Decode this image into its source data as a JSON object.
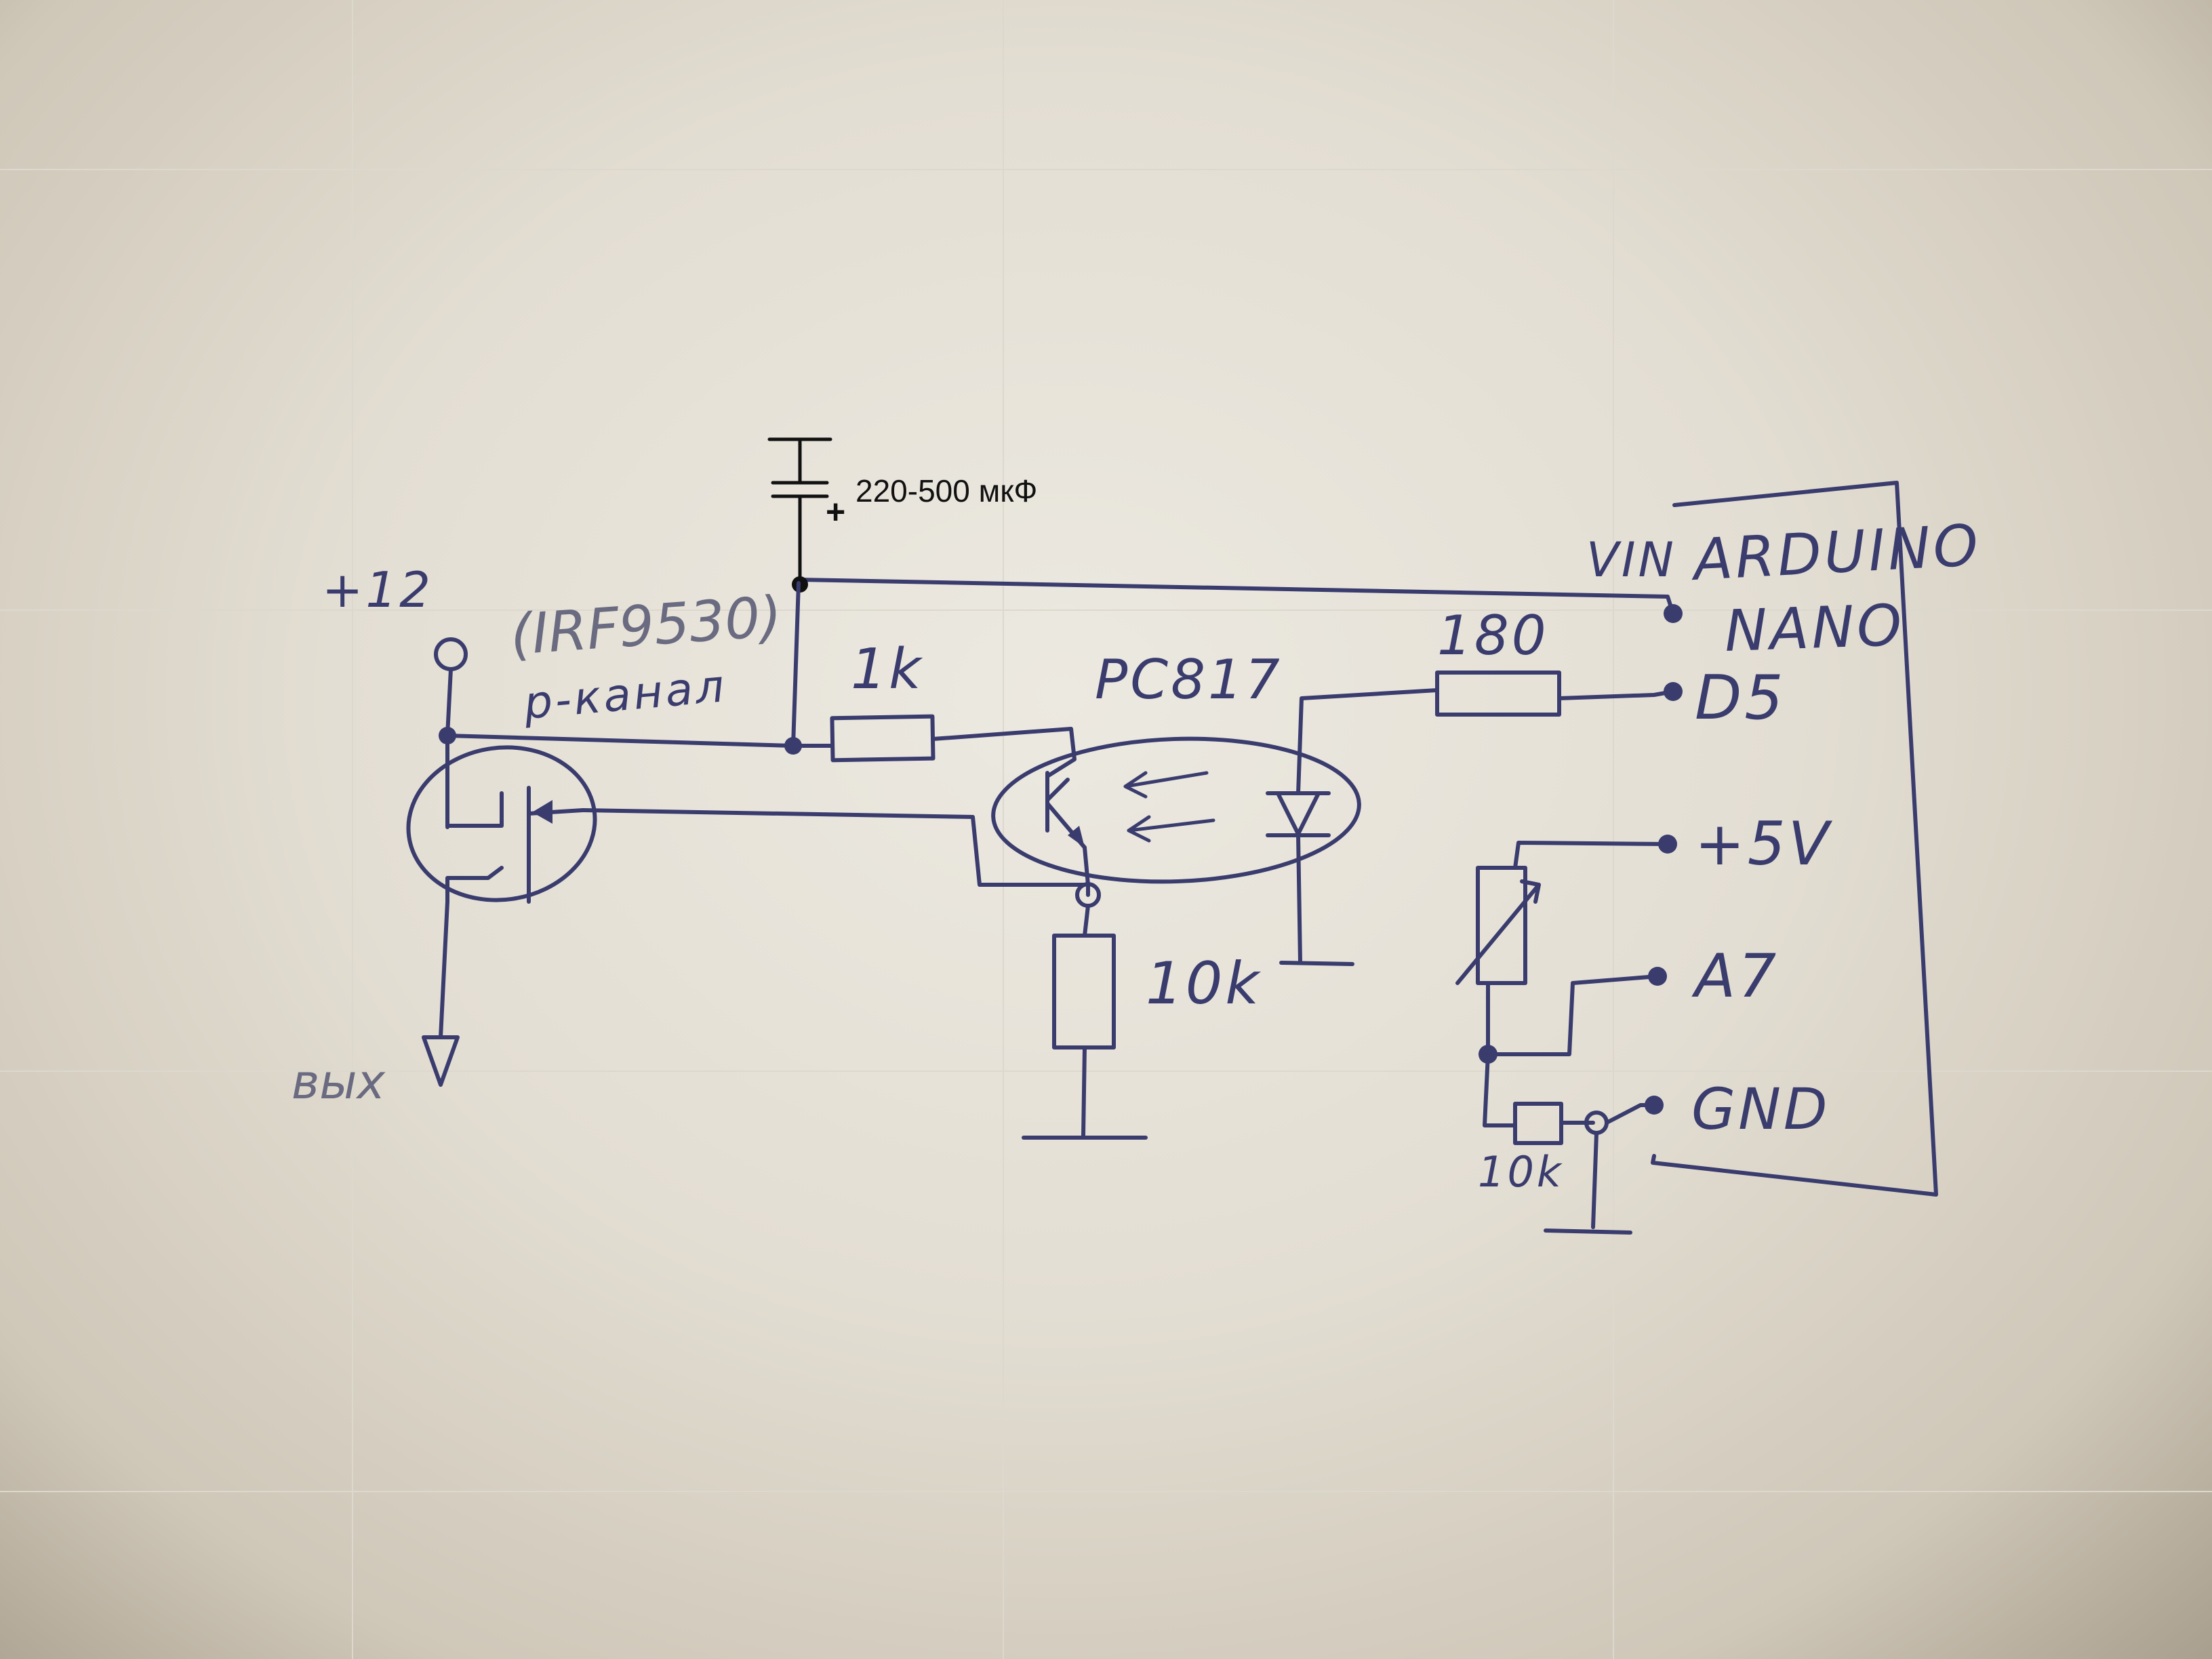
{
  "labels": {
    "supply": "+12",
    "mosfet_part": "(IRF9530)",
    "mosfet_type": "p-канал",
    "output": "вых",
    "r_gate": "1k",
    "optocoupler": "PC817",
    "r_led": "180",
    "r_pulldown": "10k",
    "capacitor": "220-500 мкФ",
    "cap_plus": "+",
    "pin_vin": "VIN",
    "board_line1": "ARDUINO",
    "board_line2": "NANO",
    "pin_d5": "D5",
    "pin_5v": "+5V",
    "pin_a7": "A7",
    "pin_gnd": "GND",
    "r_divider": "10k"
  },
  "colors": {
    "ink": "#3a3c6e",
    "typed_ink": "#111111",
    "paper": "#e8e4da"
  }
}
